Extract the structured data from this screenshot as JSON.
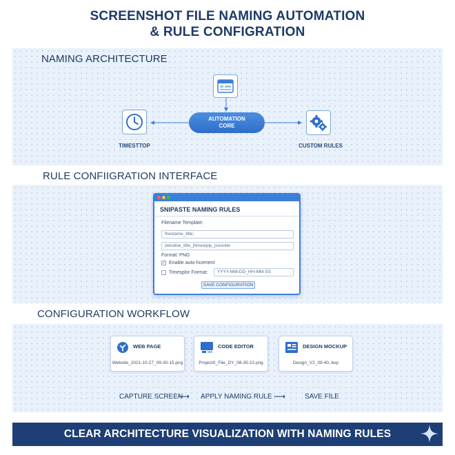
{
  "title_line1": "SCREENSHOT FILE NAMING AUTOMATION",
  "title_line2": "& RULE CONFIGRATION",
  "architecture": {
    "label": "NAMING ARCHITECTURE",
    "core_line1": "AUTOMATION",
    "core_line2": "CORE",
    "left_node": "TIMESTTOP",
    "right_node": "CUSTOM RULES",
    "top_icon": "app-window-icon",
    "left_icon": "clock-icon",
    "right_icon": "gears-icon"
  },
  "config": {
    "label": "RULE CONFIIGRATION INTERFACE",
    "window_title": "SNIPASTE NAMING RULES",
    "template_label": "Filename Template:",
    "field1_value": "fnestame_title;",
    "field2_value": "|window_title_|timestpip_|counter",
    "format_label": "Format: PNG",
    "auto_increment_label": "Enable auto-hcement",
    "timestamp_label": "Timesplor Format:",
    "timestamp_value": "YYYY-MM-DD_HH-MM-SS",
    "save_button": "SAVE CONFIGURATION",
    "check_mark": "✓"
  },
  "workflow": {
    "label": "CONFIGURATION WORKFLOW",
    "cards": [
      {
        "title": "WEB PAGE",
        "file": "Website_2021-10-27_09-30-15.png",
        "icon": "web-page-icon"
      },
      {
        "title": "CODE EDITOR",
        "file": "ProjectX_File_DY_08-35-22.png",
        "icon": "code-editor-icon"
      },
      {
        "title": "DESIGN MOCKUP",
        "file": "Design_V2_09-40,.bxp",
        "icon": "design-mockup-icon"
      }
    ],
    "steps": [
      "CAPTURE SCREEN",
      "APPLY NAMING RULE",
      "SAVE FILE"
    ],
    "arrow": "⟶"
  },
  "banner": "CLEAR ARCHITECTURE VISUALIZATION WITH NAMING RULES",
  "colors": {
    "accent": "#3c7fd9",
    "navy": "#1e3f75",
    "panel": "#e9f1fb"
  }
}
